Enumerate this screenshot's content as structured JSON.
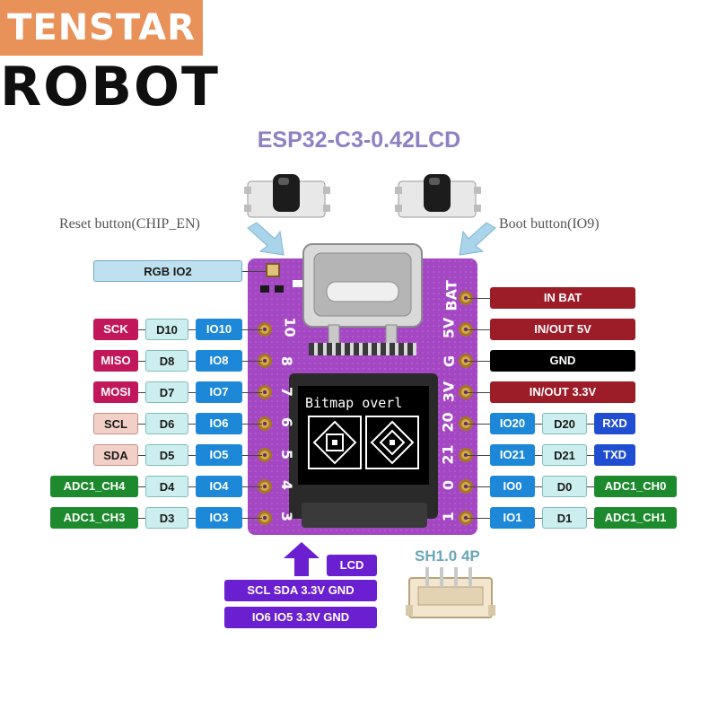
{
  "logo": {
    "line1": "TENSTAR",
    "line2": "ROBOT"
  },
  "title": "ESP32-C3-0.42LCD",
  "buttons": {
    "reset_label": "Reset button(CHIP_EN)",
    "boot_label": "Boot button(IO9)"
  },
  "rgb_label": "RGB IO2",
  "left_pins": [
    {
      "func": "SCK",
      "d": "D10",
      "io": "IO10",
      "silk": "10"
    },
    {
      "func": "MISO",
      "d": "D8",
      "io": "IO8",
      "silk": "8"
    },
    {
      "func": "MOSI",
      "d": "D7",
      "io": "IO7",
      "silk": "7"
    },
    {
      "func": "SCL",
      "d": "D6",
      "io": "IO6",
      "silk": "6"
    },
    {
      "func": "SDA",
      "d": "D5",
      "io": "IO5",
      "silk": "5"
    },
    {
      "func": "ADC1_CH4",
      "d": "D4",
      "io": "IO4",
      "silk": "4"
    },
    {
      "func": "ADC1_CH3",
      "d": "D3",
      "io": "IO3",
      "silk": "3"
    }
  ],
  "right_power": [
    {
      "label": "IN  BAT",
      "silk": "BAT"
    },
    {
      "label": "IN/OUT 5V",
      "silk": "5V"
    },
    {
      "label": "GND",
      "silk": "G"
    },
    {
      "label": "IN/OUT 3.3V",
      "silk": "3V"
    }
  ],
  "right_pins": [
    {
      "io": "IO20",
      "d": "D20",
      "func": "RXD",
      "silk": "20"
    },
    {
      "io": "IO21",
      "d": "D21",
      "func": "TXD",
      "silk": "21"
    },
    {
      "io": "IO0",
      "d": "D0",
      "func": "ADC1_CH0",
      "silk": "0"
    },
    {
      "io": "IO1",
      "d": "D1",
      "func": "ADC1_CH1",
      "silk": "1"
    }
  ],
  "oled_text": "Bitmap overl",
  "lcd": {
    "label": "LCD",
    "row1": "SCL  SDA 3.3V GND",
    "row2": "IO6 IO5 3.3V GND"
  },
  "connector_label": "SH1.0 4P",
  "colors": {
    "func_pink": "#c2185b",
    "func_salmon": "#f2d0c8",
    "func_green": "#1e8a2e",
    "d_box": "#cdeeee",
    "io_box": "#1e88d8",
    "power_red": "#9c1c28",
    "gnd": "#000000",
    "uart_blue": "#1f4fd0",
    "lcd_purple": "#6a1fd0",
    "pcb": "#a347c2"
  }
}
